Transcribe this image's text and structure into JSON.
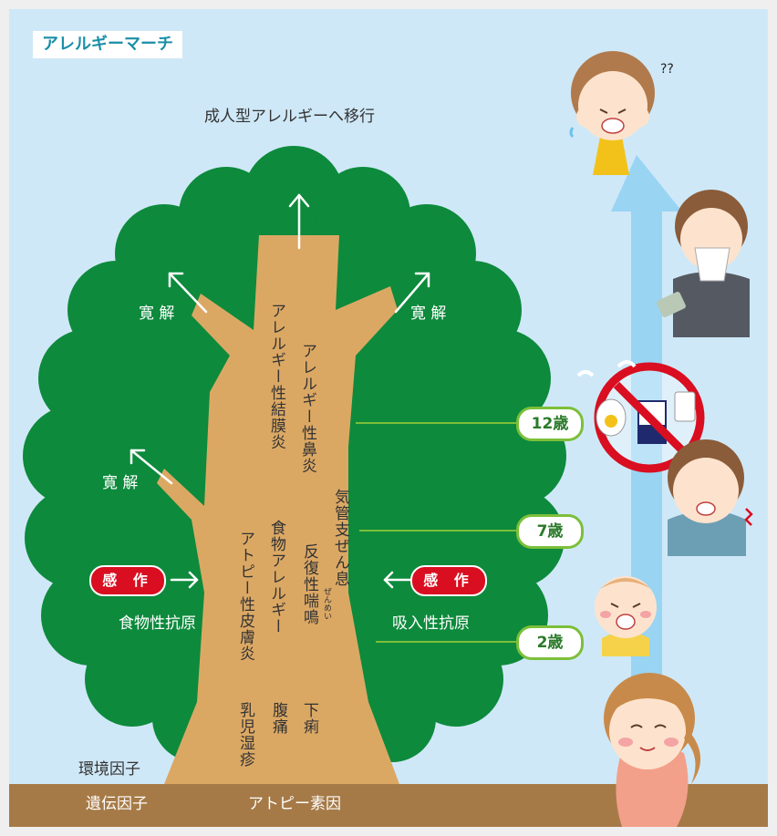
{
  "title": "アレルギーマーチ",
  "top_label": "成人型アレルギーへ移行",
  "remission": [
    "寛 解",
    "寛 解",
    "寛 解"
  ],
  "sensitization": [
    "感 作",
    "感 作"
  ],
  "antigens": {
    "food": "食物性抗原",
    "inhaled": "吸入性抗原"
  },
  "trunk_terms": {
    "conjunctivitis": "アレルギー性結膜炎",
    "rhinitis": "アレルギー性鼻炎",
    "asthma": "気管支ぜん息",
    "wheeze": "反復性喘鳴",
    "wheeze_ruby": "ぜんめい",
    "food_allergy": "食物アレルギー",
    "atopic_dermatitis": "アトピー性皮膚炎",
    "stomach_pain": "腹痛",
    "diarrhea": "下痢",
    "infant_eczema": "乳児湿疹"
  },
  "ages": [
    "12歳",
    "7歳",
    "2歳"
  ],
  "ground": {
    "environment": "環境因子",
    "genetic": "遺伝因子",
    "atopic": "アトピー素因"
  },
  "colors": {
    "sky": "#cfe8f7",
    "foliage": "#0d8a3c",
    "trunk": "#dba864",
    "soil": "#a67a47",
    "arrow_blue": "#8fd0f2",
    "accent_red": "#d90e20",
    "age_border": "#7cbf3a",
    "title_text": "#1a8fa8"
  },
  "icons": [
    "sneezing-woman-icon",
    "nose-blowing-man-icon",
    "no-egg-milk-icon",
    "coughing-boy-icon",
    "crying-baby-icon",
    "pregnant-woman-icon"
  ]
}
